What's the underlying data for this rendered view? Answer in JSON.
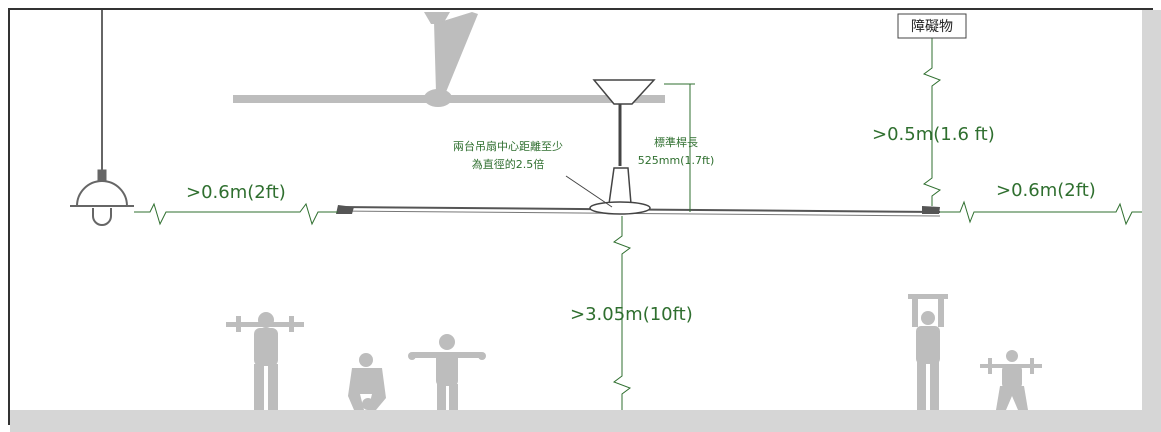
{
  "obstacle_label": "障礙物",
  "dimensions": {
    "side_left": ">0.6m(2ft)",
    "side_right": ">0.6m(2ft)",
    "obstacle_clearance": ">0.5m(1.6 ft)",
    "floor_clearance": ">3.05m(10ft)"
  },
  "notes": {
    "spacing_line1": "兩台吊扇中心距離至少",
    "spacing_line2": "為直徑的2.5倍",
    "rod_line1": "標準桿長",
    "rod_line2": "525mm(1.7ft)"
  },
  "colors": {
    "dimension_text": "#2f6f2f",
    "silhouette": "#bdbdbd",
    "floor": "#d6d6d6",
    "line": "#555555"
  }
}
